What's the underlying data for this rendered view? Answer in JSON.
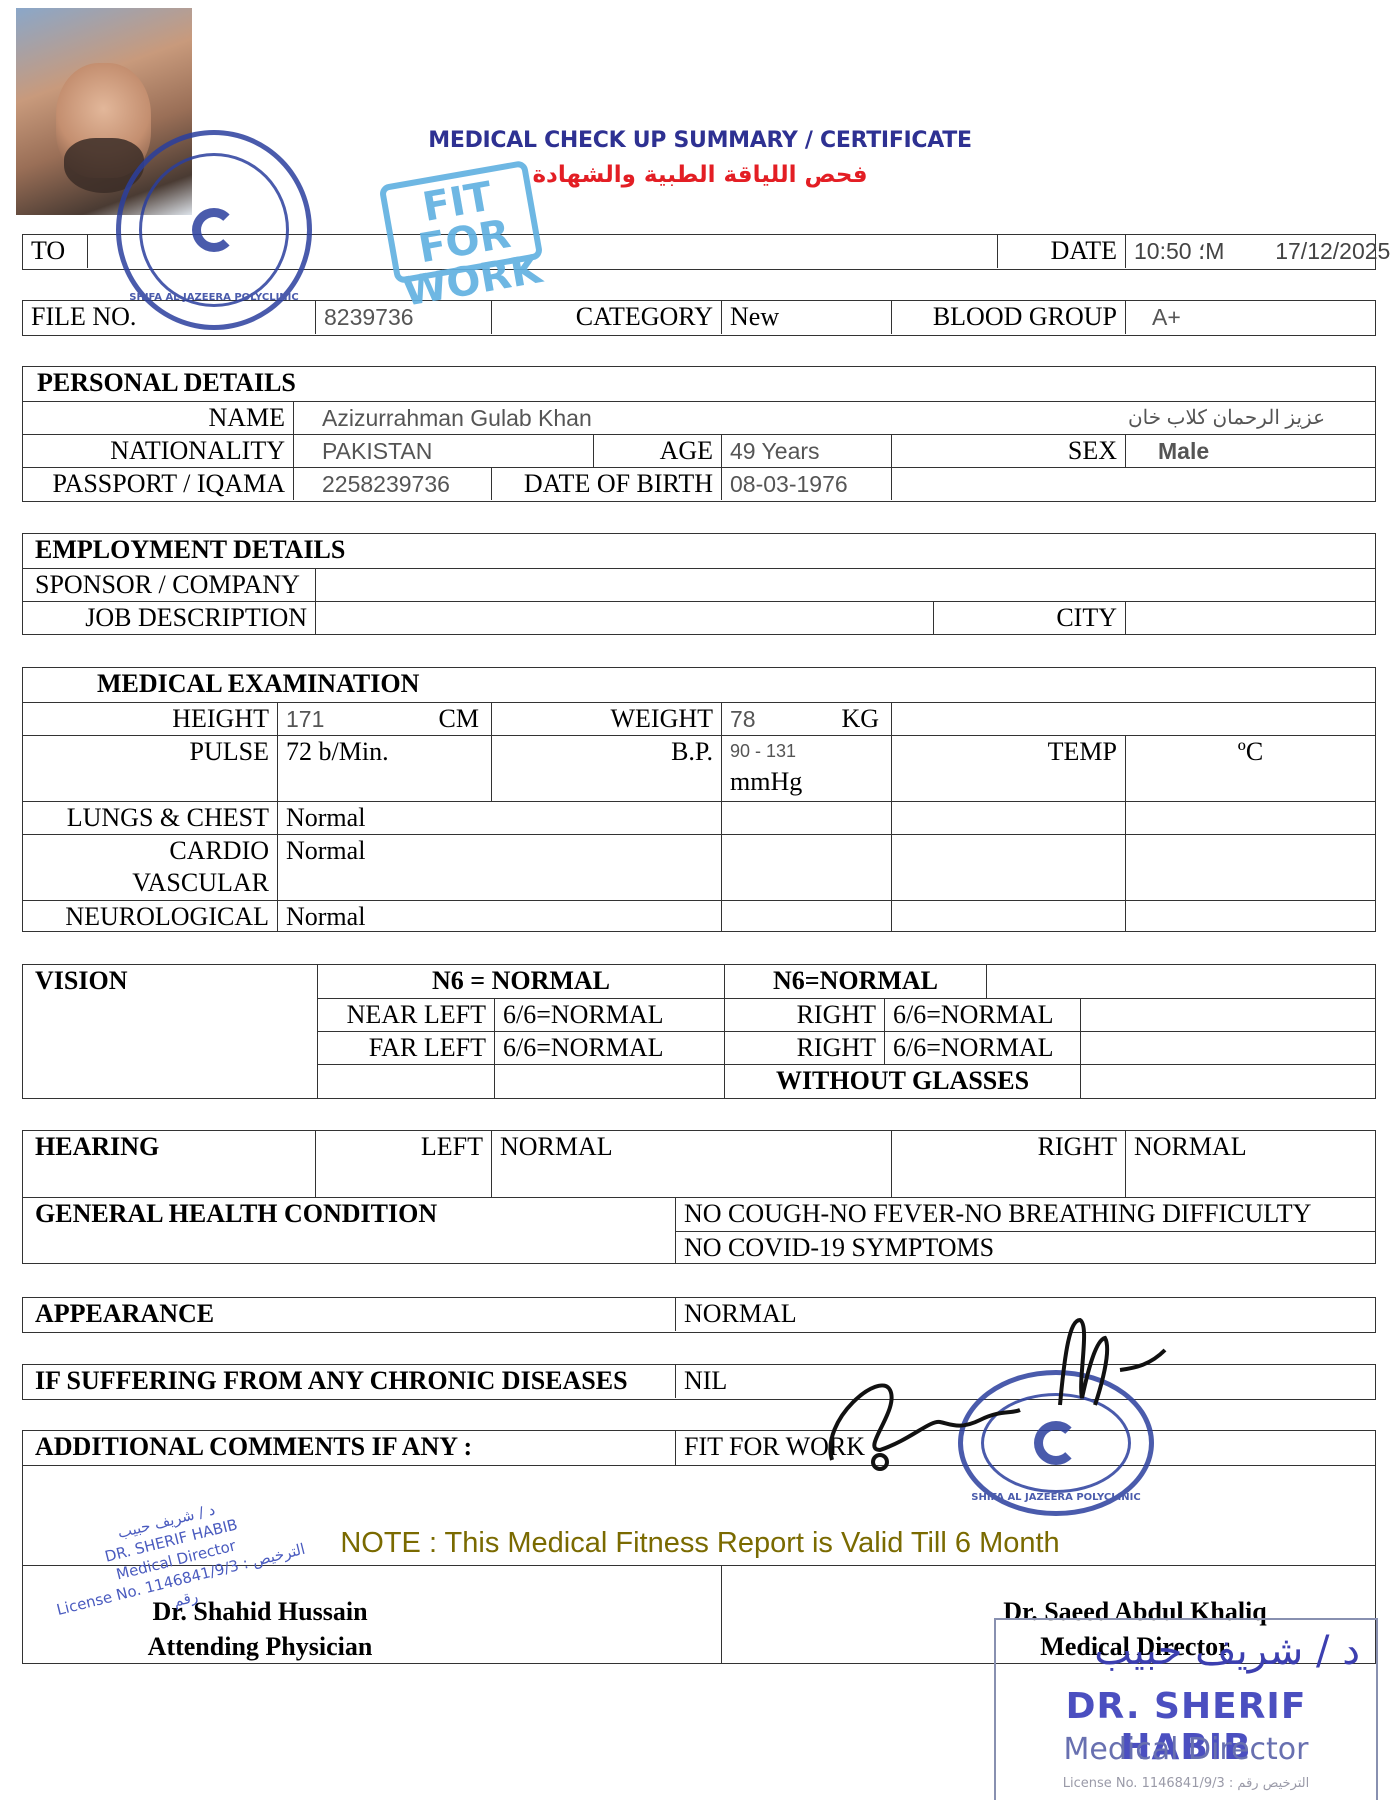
{
  "header": {
    "title_en": "MEDICAL CHECK UP SUMMARY / CERTIFICATE",
    "title_ar": "فحص اللياقة الطبية والشهادة",
    "colors": {
      "title_en": "#2e3192",
      "title_ar": "#e31e24",
      "note": "#7a6a00",
      "stamp_blue": "#2b3f9e",
      "fit_stamp": "#5fb0e0"
    }
  },
  "stamps": {
    "clinic_name": "SHIFA AL JAZEERA POLYCLINIC",
    "fit_for_work_line1": "FIT FOR",
    "fit_for_work_line2": "WORK",
    "director_stamp_ar": "د / شريف حبيب",
    "director_stamp_name": "DR. SHERIF HABIB",
    "director_stamp_title": "Medical Director",
    "director_stamp_license": "License No. 1146841/9/3 : الترخيص رقم",
    "large_stamp_ar": "د / شريف حبيب",
    "large_stamp_name": "DR. SHERIF HABIB",
    "large_stamp_title": "Medical Director",
    "large_stamp_license": "License No. 1146841/9/3 : الترخيص رقم"
  },
  "top": {
    "to_label": "TO",
    "to_value": "",
    "date_label": "DATE",
    "date_time": "10:50 ؛M",
    "date_value": "17/12/2025",
    "file_no_label": "FILE NO.",
    "file_no_value": "8239736",
    "category_label": "CATEGORY",
    "category_value": "New",
    "blood_group_label": "BLOOD GROUP",
    "blood_group_value": "A+"
  },
  "personal": {
    "heading": "PERSONAL DETAILS",
    "name_label": "NAME",
    "name_value": "Azizurrahman Gulab Khan",
    "name_value_ar": "عزيز الرحمان كلاب خان",
    "nationality_label": "NATIONALITY",
    "nationality_value": "PAKISTAN",
    "age_label": "AGE",
    "age_value": "49  Years",
    "sex_label": "SEX",
    "sex_value": "Male",
    "passport_label": "PASSPORT / IQAMA",
    "passport_value": "2258239736",
    "dob_label": "DATE OF BIRTH",
    "dob_value": "08-03-1976"
  },
  "employment": {
    "heading": "EMPLOYMENT DETAILS",
    "sponsor_label": "SPONSOR / COMPANY",
    "sponsor_value": "",
    "job_label": "JOB DESCRIPTION",
    "job_value": "",
    "city_label": "CITY",
    "city_value": ""
  },
  "medical": {
    "heading": "MEDICAL EXAMINATION",
    "height_label": "HEIGHT",
    "height_value": "171",
    "height_unit": "CM",
    "weight_label": "WEIGHT",
    "weight_value": "78",
    "weight_unit": "KG",
    "pulse_label": "PULSE",
    "pulse_value": "72 b/Min.",
    "bp_label": "B.P.",
    "bp_value": "90 - 131",
    "bp_unit": "mmHg",
    "temp_label": "TEMP",
    "temp_unit": "ºC",
    "lungs_label": "LUNGS & CHEST",
    "lungs_value": "Normal",
    "cardio_label_1": "CARDIO",
    "cardio_label_2": "VASCULAR",
    "cardio_value": "Normal",
    "neuro_label": "NEUROLOGICAL",
    "neuro_value": "Normal"
  },
  "vision": {
    "heading": "VISION",
    "n6_left": "N6 = NORMAL",
    "n6_right": "N6=NORMAL",
    "near_left_label": "NEAR LEFT",
    "near_left_value": "6/6=NORMAL",
    "near_right_label": "RIGHT",
    "near_right_value": "6/6=NORMAL",
    "far_left_label": "FAR LEFT",
    "far_left_value": "6/6=NORMAL",
    "far_right_label": "RIGHT",
    "far_right_value": "6/6=NORMAL",
    "glasses": "WITHOUT GLASSES"
  },
  "hearing": {
    "heading": "HEARING",
    "left_label": "LEFT",
    "left_value": "NORMAL",
    "right_label": "RIGHT",
    "right_value": "NORMAL"
  },
  "general": {
    "heading": "GENERAL HEALTH CONDITION",
    "line1": "NO COUGH-NO FEVER-NO BREATHING DIFFICULTY",
    "line2": "NO COVID-19 SYMPTOMS"
  },
  "appearance": {
    "label": "APPEARANCE",
    "value": "NORMAL"
  },
  "chronic": {
    "label": "IF SUFFERING FROM ANY CHRONIC DISEASES",
    "value": "NIL"
  },
  "comments": {
    "label": "ADDITIONAL COMMENTS IF ANY :",
    "value": "FIT FOR WORK"
  },
  "note": "NOTE : This Medical Fitness Report is Valid Till 6 Month",
  "signatures": {
    "left_name": "Dr. Shahid Hussain",
    "left_title": "Attending Physician",
    "right_name": "Dr. Saeed Abdul Khaliq",
    "right_title": "Medical Director"
  }
}
